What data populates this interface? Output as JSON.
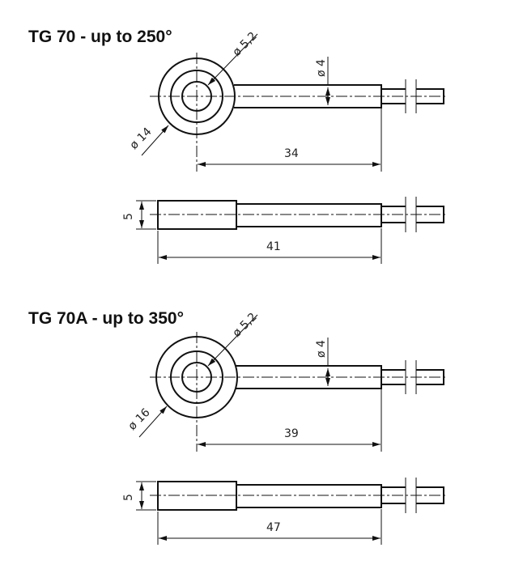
{
  "parts": [
    {
      "title": "TG 70 - up to 250°",
      "dims": {
        "outer_dia": "ø 14",
        "hole_dia": "ø 5,2",
        "shaft_dia": "ø 4",
        "length_center": "34",
        "thickness": "5",
        "length_total": "41"
      }
    },
    {
      "title": "TG 70A - up to 350°",
      "dims": {
        "outer_dia": "ø 16",
        "hole_dia": "ø 5,2",
        "shaft_dia": "ø 4",
        "length_center": "39",
        "thickness": "5",
        "length_total": "47"
      }
    }
  ]
}
